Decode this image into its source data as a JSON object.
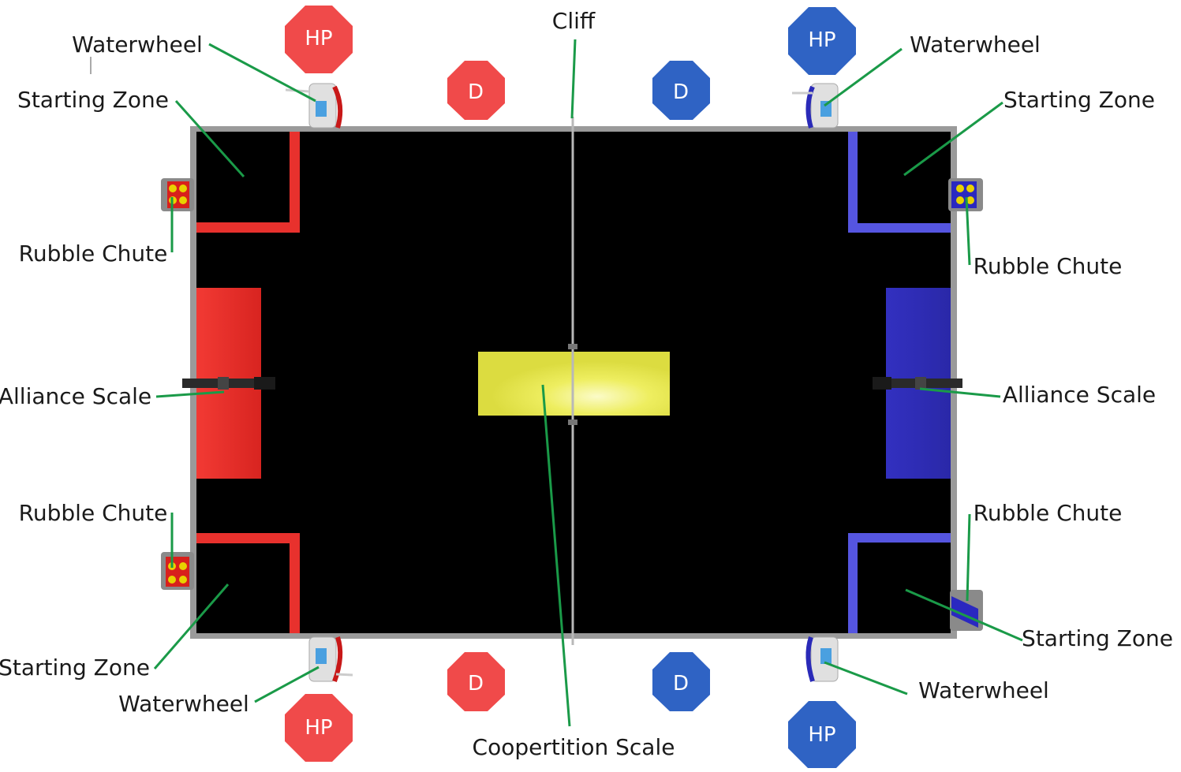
{
  "labels": {
    "cliff": "Cliff",
    "waterwheel_tl": "Waterwheel",
    "starting_zone_tl": "Starting Zone",
    "rubble_chute_tl": "Rubble Chute",
    "alliance_scale_l": "Alliance Scale",
    "rubble_chute_bl": "Rubble Chute",
    "starting_zone_bl": "Starting Zone",
    "waterwheel_bl": "Waterwheel",
    "coopertition_scale": "Coopertition Scale",
    "waterwheel_tr": "Waterwheel",
    "starting_zone_tr": "Starting Zone",
    "rubble_chute_tr": "Rubble Chute",
    "alliance_scale_r": "Alliance Scale",
    "rubble_chute_br": "Rubble Chute",
    "starting_zone_br": "Starting Zone",
    "waterwheel_br": "Waterwheel"
  },
  "markers": {
    "hp": "HP",
    "d": "D"
  },
  "colors": {
    "red_alliance": "#e8312d",
    "red_marker": "#f04a4a",
    "blue_alliance": "#3a35c8",
    "blue_marker": "#2f63c4",
    "blue_zone_tape": "#5555e0",
    "field_floor": "#000000",
    "field_wall": "#9a9a9a",
    "coop_scale": "#e6e64a",
    "leader_line": "#1a9a48"
  }
}
